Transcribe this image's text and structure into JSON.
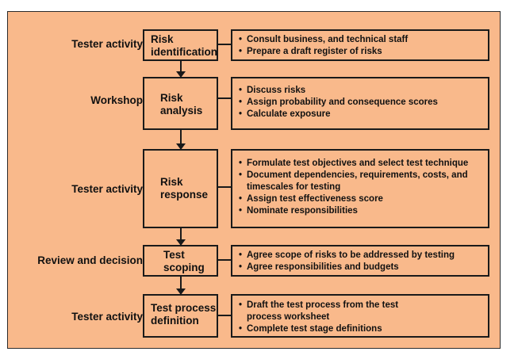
{
  "stages": [
    {
      "activity": "Tester activity",
      "step": [
        "Risk",
        "identification"
      ],
      "points": [
        "Consult business, and technical staff",
        "Prepare a draft register of risks"
      ]
    },
    {
      "activity": "Workshop",
      "step": [
        "Risk",
        "analysis"
      ],
      "points": [
        "Discuss risks",
        "Assign probability and consequence scores",
        "Calculate exposure"
      ]
    },
    {
      "activity": "Tester activity",
      "step": [
        "Risk",
        "response"
      ],
      "points": [
        "Formulate test objectives and select test technique",
        "Document dependencies, requirements, costs, and timescales for testing",
        "Assign test effectiveness score",
        "Nominate responsibilities"
      ]
    },
    {
      "activity": "Review and decision",
      "step": [
        "Test",
        "scoping"
      ],
      "points": [
        "Agree scope of risks to be addressed by testing",
        "Agree responsibilities and budgets"
      ]
    },
    {
      "activity": "Tester activity",
      "step": [
        "Test process",
        "definition"
      ],
      "points": [
        "Draft the test process from the test process worksheet",
        "Complete test stage definitions"
      ]
    }
  ],
  "colors": {
    "background": "#f9b98b",
    "stroke": "#1a1a1a",
    "text": "#111111"
  }
}
